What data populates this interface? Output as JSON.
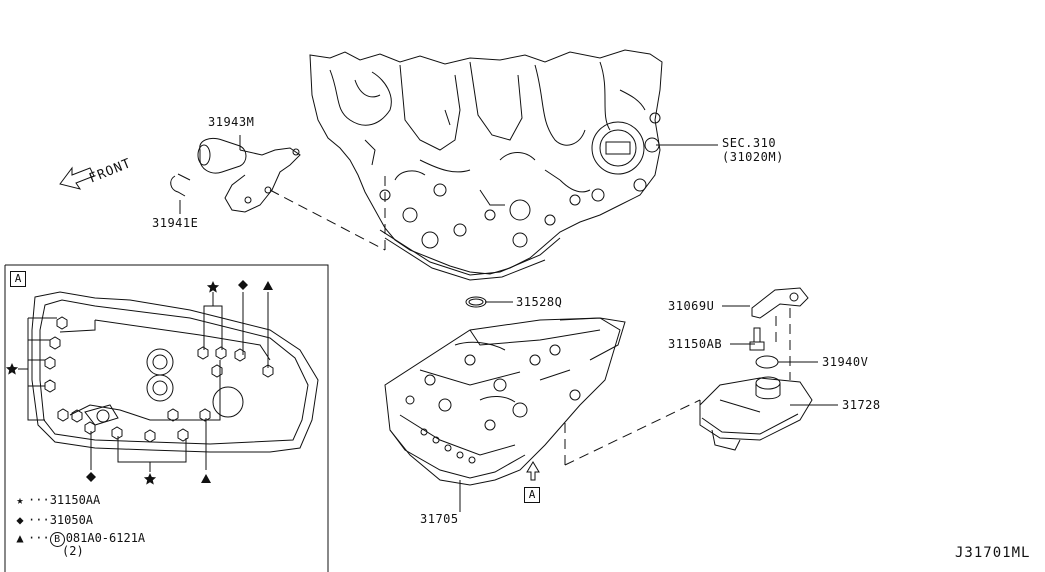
{
  "parts": {
    "p31943M": "31943M",
    "p31941E": "31941E",
    "sec310": "SEC.310",
    "sec310_ref": "(31020M)",
    "p31528Q": "31528Q",
    "p31069U": "31069U",
    "p31150AB": "31150AB",
    "p31940V": "31940V",
    "p31728": "31728",
    "p31705": "31705"
  },
  "front_label": "FRONT",
  "view_marker": "A",
  "inset_marker": "A",
  "legend": [
    {
      "symbol": "★",
      "icon": "star-icon",
      "text": "31150AA"
    },
    {
      "symbol": "◆",
      "icon": "diamond-icon",
      "text": "31050A"
    },
    {
      "symbol": "▲",
      "icon": "triangle-icon",
      "text": "081A0-6121A",
      "circled": "B",
      "qty": "(2)"
    }
  ],
  "diagram_code": "J31701ML"
}
